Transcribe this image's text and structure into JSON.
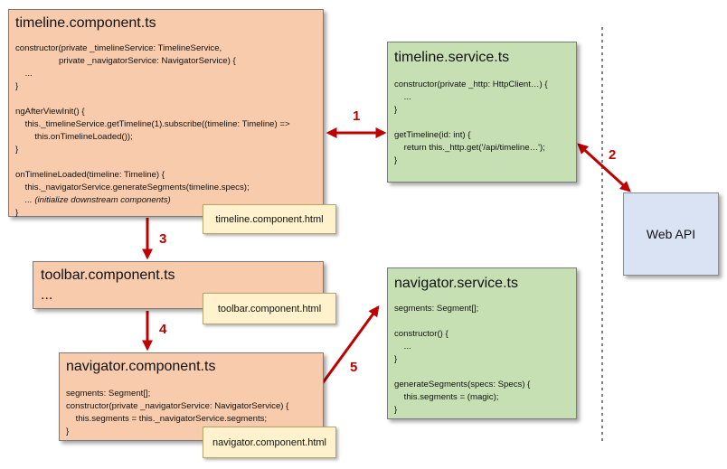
{
  "timeline_component": {
    "title": "timeline.component.ts",
    "lines": [
      "constructor(private _timelineService: TimelineService,",
      "                  private _navigatorService: NavigatorService) {",
      "    ...",
      "}",
      "",
      "ngAfterViewInit() {",
      "    this._timelineService.getTimeline(1).subscribe((timeline: Timeline) =>",
      "        this.onTimelineLoaded());",
      "}",
      "",
      "onTimelineLoaded(timeline: Timeline) {",
      "    this._navigatorService.generateSegments(timeline.specs);",
      "    ... (initialize downstream components)",
      "}"
    ],
    "html_file": "timeline.component.html"
  },
  "timeline_service": {
    "title": "timeline.service.ts",
    "lines": [
      "constructor(private _http: HttpClient…) {",
      "    ...",
      "}",
      "",
      "getTimeline(id: int) {",
      "    return this._http.get('/api/timeline…');",
      "}"
    ]
  },
  "toolbar_component": {
    "title": "toolbar.component.ts",
    "subtitle": "...",
    "html_file": "toolbar.component.html"
  },
  "navigator_component": {
    "title": "navigator.component.ts",
    "lines": [
      "segments: Segment[];",
      "constructor(private _navigatorService: NavigatorService) {",
      "    this.segments = this._navigatorService.segments;",
      "}"
    ],
    "html_file": "navigator.component.html"
  },
  "navigator_service": {
    "title": "navigator.service.ts",
    "lines": [
      "segments: Segment[];",
      "",
      "constructor() {",
      "    ...",
      "}",
      "",
      "generateSegments(specs: Specs) {",
      "    this.segments = (magic);",
      "}"
    ]
  },
  "web_api": {
    "label": "Web API"
  },
  "arrows": {
    "a1": "1",
    "a2": "2",
    "a3": "3",
    "a4": "4",
    "a5": "5"
  },
  "colors": {
    "component": "#f8cbad",
    "service": "#c6e0b4",
    "html_file": "#fff2cc",
    "web_api": "#dae3f3",
    "arrow": "#c00000"
  }
}
